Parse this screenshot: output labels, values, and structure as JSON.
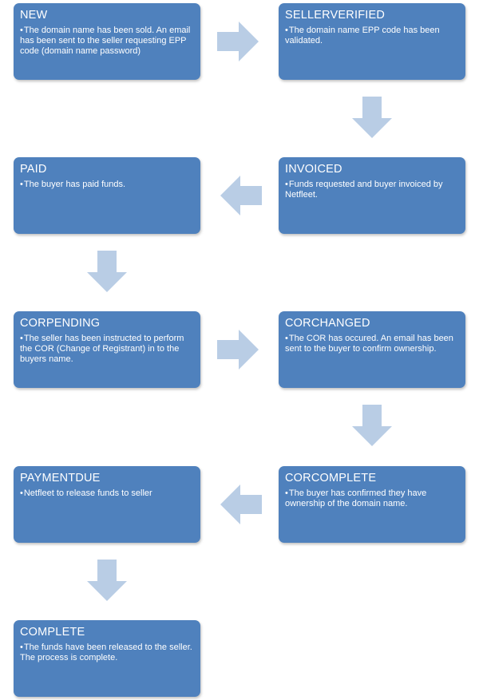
{
  "steps": {
    "new": {
      "title": "NEW",
      "bullet": "•",
      "desc": "The domain name has been sold.  An email has been sent to the seller requesting EPP code (domain name password)"
    },
    "sellerverified": {
      "title": "SELLERVERIFIED",
      "bullet": "•",
      "desc": "The domain name EPP code has been validated."
    },
    "invoiced": {
      "title": "INVOICED",
      "bullet": "•",
      "desc": "Funds requested and buyer invoiced by Netfleet."
    },
    "paid": {
      "title": "PAID",
      "bullet": "•",
      "desc": "The buyer has paid funds."
    },
    "corpending": {
      "title": "CORPENDING",
      "bullet": "•",
      "desc": "The seller has been instructed to perform the COR (Change of Registrant) in to the buyers name."
    },
    "corchanged": {
      "title": "CORCHANGED",
      "bullet": "•",
      "desc": "The COR has occured.  An email has been sent to the buyer to confirm ownership."
    },
    "corcomplete": {
      "title": "CORCOMPLETE",
      "bullet": "•",
      "desc": "The buyer has confirmed they have ownership of the domain name."
    },
    "paymentdue": {
      "title": "PAYMENTDUE",
      "bullet": "•",
      "desc": "Netfleet to release funds to seller"
    },
    "complete": {
      "title": "COMPLETE",
      "bullet": "•",
      "desc": "The funds have been released to the seller.   The process is complete."
    }
  },
  "colors": {
    "box": "#4f81bd",
    "arrow": "#b9cde5",
    "text": "#ffffff"
  },
  "icons": {
    "right": "arrow-right-icon",
    "left": "arrow-left-icon",
    "down": "arrow-down-icon"
  }
}
